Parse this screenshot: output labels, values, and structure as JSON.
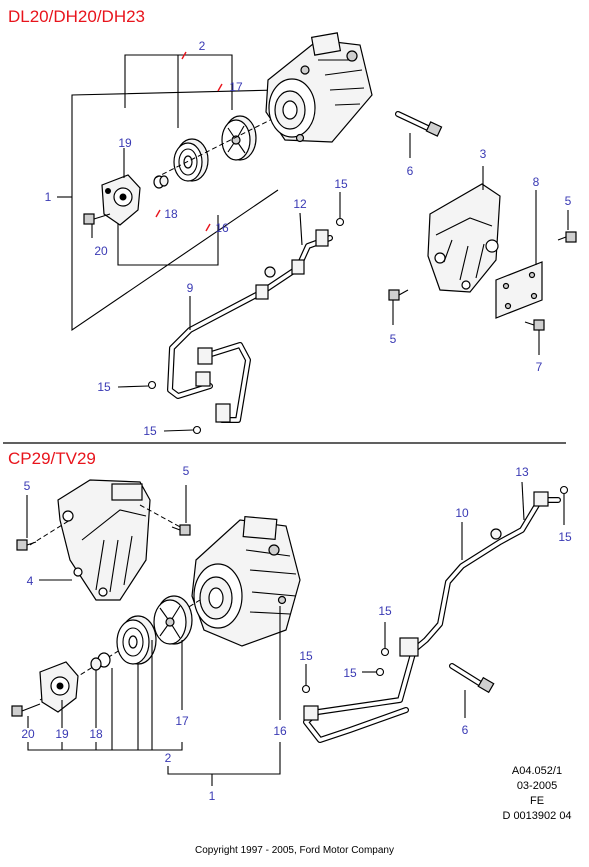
{
  "sections": [
    {
      "title": "DL20/DH20/DH23"
    },
    {
      "title": "CP29/TV29"
    }
  ],
  "callouts_top": [
    "2",
    "17",
    "19",
    "1",
    "18",
    "16",
    "20",
    "6",
    "3",
    "8",
    "5",
    "15",
    "12",
    "9",
    "15",
    "15",
    "5",
    "7"
  ],
  "callouts_bottom": [
    "5",
    "5",
    "4",
    "13",
    "10",
    "15",
    "15",
    "15",
    "15",
    "6",
    "20",
    "19",
    "18",
    "17",
    "16",
    "2",
    "1"
  ],
  "info": {
    "ref": "A04.052/1",
    "date": "03-2005",
    "region": "FE",
    "doc": "D 0013902 04"
  },
  "copyright": "Copyright 1997 - 2005, Ford Motor Company",
  "colors": {
    "title": "#e8141c",
    "callout": "#3a3ab4",
    "ink": "#000000"
  }
}
